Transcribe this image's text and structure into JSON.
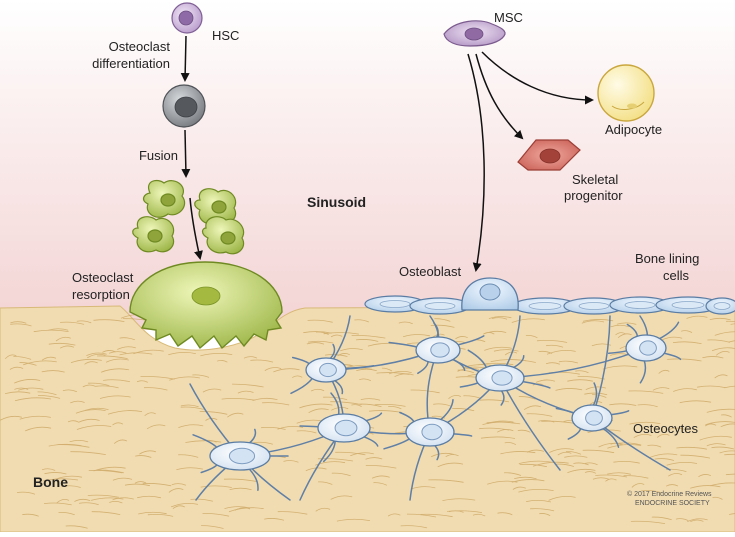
{
  "labels": {
    "hsc": "HSC",
    "osteoclast_differentiation_line1": "Osteoclast",
    "osteoclast_differentiation_line2": "differentiation",
    "fusion": "Fusion",
    "osteoclast_resorption_line1": "Osteoclast",
    "osteoclast_resorption_line2": "resorption",
    "sinusoid": "Sinusoid",
    "msc": "MSC",
    "adipocyte": "Adipocyte",
    "skeletal_progenitor_line1": "Skeletal",
    "skeletal_progenitor_line2": "progenitor",
    "osteoblast": "Osteoblast",
    "bone_lining_cells_line1": "Bone lining",
    "bone_lining_cells_line2": "cells",
    "osteocytes": "Osteocytes",
    "bone": "Bone"
  },
  "credit": {
    "line1": "© 2017 Endocrine Reviews",
    "line2": "ENDOCRINE SOCIETY"
  },
  "colors": {
    "sinusoid_bg": "#f6dede",
    "bone_fill": "#f1dcb1",
    "hsc": "#c9b1d8",
    "precursor": "#8c9095",
    "osteoclast": "#b8cf5c",
    "msc": "#c2a8cf",
    "adipocyte": "#fbf0b4",
    "skeletal_progenitor": "#d9736a",
    "osteoblast": "#c5dcf1",
    "osteocyte": "#e2edf8"
  }
}
